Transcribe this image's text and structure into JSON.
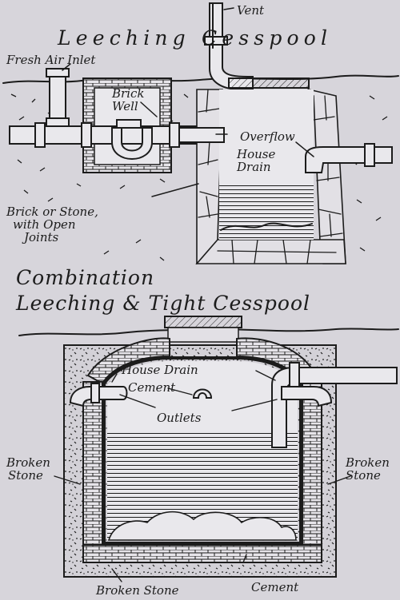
{
  "titles": {
    "top": "Leeching Cesspool",
    "bottom_line1": "Combination",
    "bottom_line2": "Leeching & Tight Cesspool"
  },
  "top_labels": {
    "vent": "Vent",
    "fresh_air_inlet": "Fresh Air Inlet",
    "brick_well_1": "Brick",
    "brick_well_2": "Well",
    "overflow": "Overflow",
    "house_drain_1": "House",
    "house_drain_2": "Drain",
    "walls_1": "Brick or Stone,",
    "walls_2": "with Open",
    "walls_3": "Joints"
  },
  "bottom_labels": {
    "house_drain": "House Drain",
    "cement_top": "Cement",
    "outlets": "Outlets",
    "broken_stone_left_1": "Broken",
    "broken_stone_left_2": "Stone",
    "broken_stone_right_1": "Broken",
    "broken_stone_right_2": "Stone",
    "broken_stone_bottom": "Broken Stone",
    "cement_bottom": "Cement"
  },
  "colors": {
    "paper": "#d7d5db",
    "ink": "#1c1c1c"
  }
}
